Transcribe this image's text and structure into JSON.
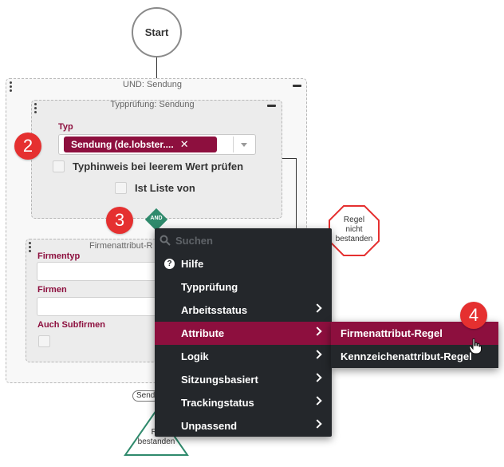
{
  "flow": {
    "start_label": "Start",
    "und_title": "UND: Sendung",
    "typ_title": "Typprüfung: Sendung",
    "typ_field_label": "Typ",
    "typ_chip": "Sendung (de.lobster....",
    "typ_chip_remove": "✕",
    "checkbox_typhinweis": "Typhinweis bei leerem Wert prüfen",
    "checkbox_liste": "Ist Liste von",
    "and_label": "AND",
    "firm_title": "Firmenattribut-R",
    "firmentyp_label": "Firmentyp",
    "firmen_label": "Firmen",
    "subfirmen_label": "Auch Subfirmen",
    "regel_nicht_bestanden": [
      "Regel",
      "nicht",
      "bestanden"
    ],
    "send_pill": "Send",
    "triangle_text": [
      "Re",
      "bestanden"
    ]
  },
  "badges": {
    "b2": "2",
    "b3": "3",
    "b4": "4"
  },
  "menu": {
    "search_placeholder": "Suchen",
    "help_icon": "?",
    "items": [
      {
        "label": "Hilfe"
      },
      {
        "label": "Typprüfung"
      },
      {
        "label": "Arbeitsstatus"
      },
      {
        "label": "Attribute"
      },
      {
        "label": "Logik"
      },
      {
        "label": "Sitzungsbasiert"
      },
      {
        "label": "Trackingstatus"
      },
      {
        "label": "Unpassend"
      }
    ],
    "submenu": [
      {
        "label": "Firmenattribut-Regel"
      },
      {
        "label": "Kennzeichenattribut-Regel"
      }
    ]
  },
  "colors": {
    "accent": "#8d0f3e",
    "menu_bg": "#24272b",
    "badge": "#e53030",
    "and_node": "#2f8a6c",
    "fail_node": "#e53030",
    "success_node": "#2f8a6c"
  }
}
